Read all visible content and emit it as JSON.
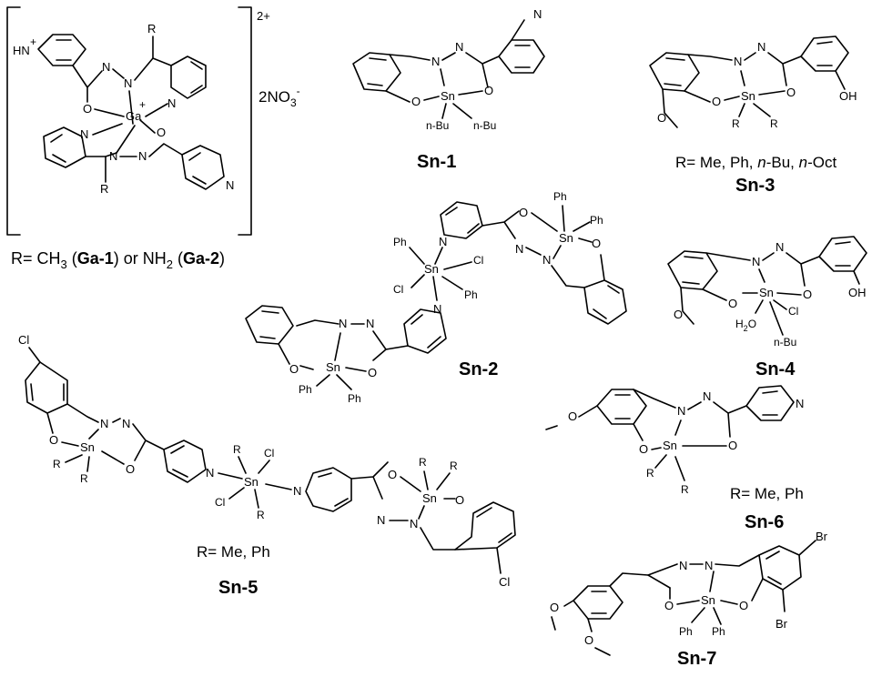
{
  "ga": {
    "charge": "2+",
    "counterion": "2NO",
    "counterion_sub": "3",
    "counterion_sup": "-",
    "r_caption_1": "R= CH",
    "r_caption_sub1": "3",
    "r_caption_2": " (",
    "r_caption_ga1": "Ga-1",
    "r_caption_3": ") or NH",
    "r_caption_sub2": "2",
    "r_caption_4": " (",
    "r_caption_ga2": "Ga-2",
    "r_caption_5": ")"
  },
  "compounds": {
    "sn1": "Sn-1",
    "sn2": "Sn-2",
    "sn3": "Sn-3",
    "sn4": "Sn-4",
    "sn5": "Sn-5",
    "sn6": "Sn-6",
    "sn7": "Sn-7"
  },
  "notes": {
    "sn3_r_1": "R= Me, Ph, ",
    "sn3_r_nbu": "n",
    "sn3_r_2": "-Bu, ",
    "sn3_r_noct": "n",
    "sn3_r_3": "-Oct",
    "sn5_r": "R= Me, Ph",
    "sn6_r": "R= Me, Ph"
  },
  "atoms": {
    "hn": "HN",
    "plus": "+",
    "n": "N",
    "o": "O",
    "ga": "Ga",
    "r": "R",
    "sn": "Sn",
    "nbu": "n-Bu",
    "ph": "Ph",
    "cl": "Cl",
    "oh": "OH",
    "h2o": "H",
    "h2o_sub": "2",
    "h2o_o": "O",
    "br": "Br"
  }
}
